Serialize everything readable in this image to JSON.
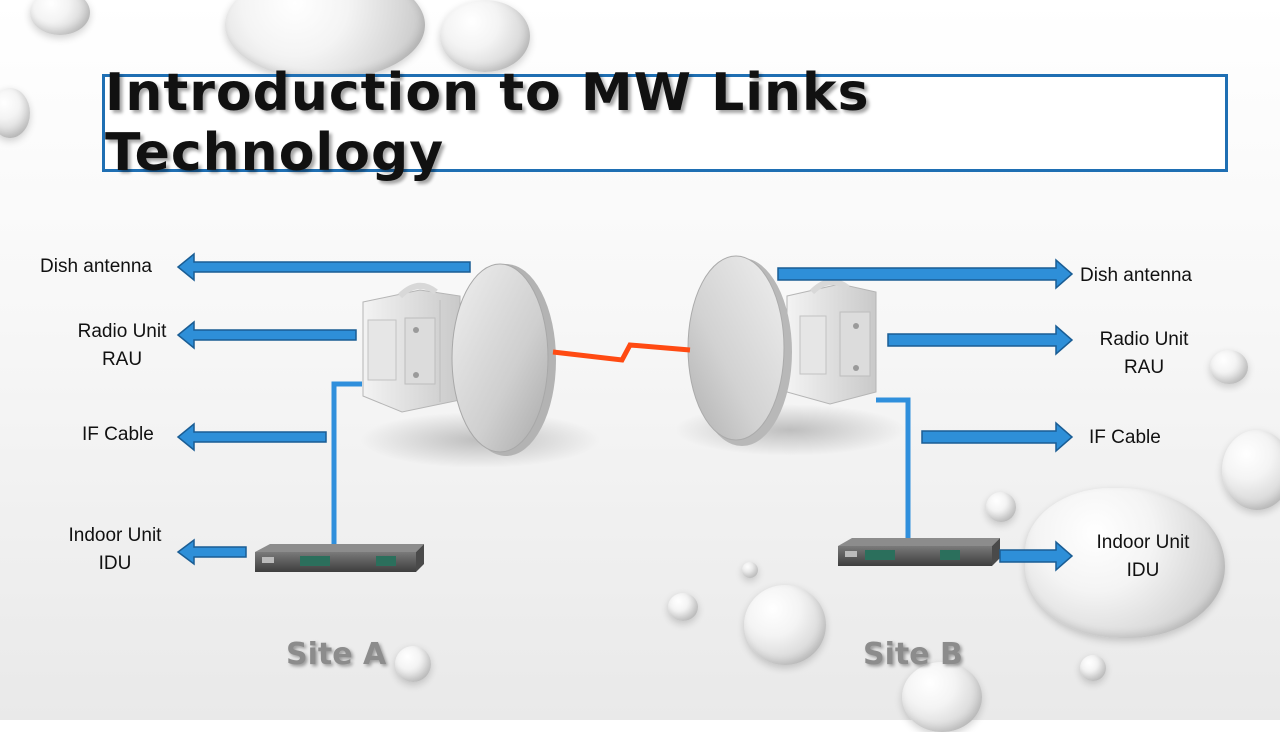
{
  "title": "Introduction to MW Links Technology",
  "site_a": {
    "name": "Site A",
    "labels": {
      "dish": "Dish antenna",
      "radio_line1": "Radio Unit",
      "radio_line2": "RAU",
      "if_cable": "IF Cable",
      "idu_line1": "Indoor Unit",
      "idu_line2": "IDU"
    }
  },
  "site_b": {
    "name": "Site B",
    "labels": {
      "dish": "Dish antenna",
      "radio_line1": "Radio Unit",
      "radio_line2": "RAU",
      "if_cable": "IF Cable",
      "idu_line1": "Indoor Unit",
      "idu_line2": "IDU"
    }
  },
  "colors": {
    "title_border": "#1f6fb3",
    "arrow": "#2e8fd8",
    "arrow_edge": "#1a5d94",
    "cable": "#2f8fdc",
    "link_bolt": "#ff4a12",
    "site_label": "#8c8c8c"
  }
}
